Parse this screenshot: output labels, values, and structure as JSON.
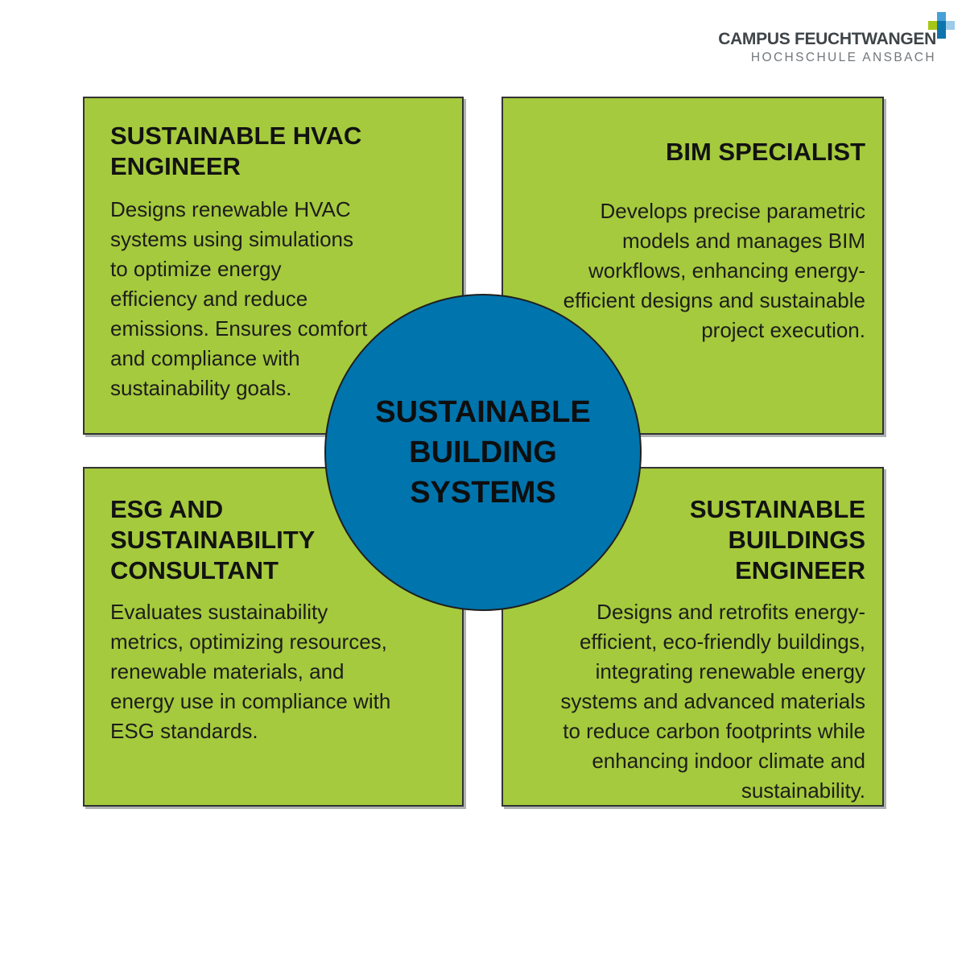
{
  "logo": {
    "line1": "CAMPUS FEUCHTWANGEN",
    "line2": "HOCHSCHULE ANSBACH",
    "plus_colors": {
      "top": "#47a0d7",
      "left": "#a6c617",
      "center": "#0e74ae",
      "right": "#9ccbe9",
      "bottom": "#0e74ae"
    }
  },
  "center": {
    "title": "SUSTAINABLE\nBUILDING\nSYSTEMS"
  },
  "quadrants": [
    {
      "position": "top-left",
      "title": "SUSTAINABLE HVAC\nENGINEER",
      "body": "Designs renewable HVAC\nsystems using simulations\nto optimize energy\nefficiency and reduce\nemissions. Ensures comfort\nand compliance with\nsustainability goals."
    },
    {
      "position": "top-right",
      "title": "BIM SPECIALIST",
      "body": "Develops precise parametric\nmodels and manages BIM\nworkflows, enhancing energy-\nefficient designs and sustainable\nproject execution."
    },
    {
      "position": "bottom-left",
      "title": "ESG AND\nSUSTAINABILITY\nCONSULTANT",
      "body": "Evaluates sustainability\nmetrics, optimizing resources,\nrenewable materials, and\nenergy use in compliance with\nESG standards."
    },
    {
      "position": "bottom-right",
      "title": "SUSTAINABLE\nBUILDINGS\nENGINEER",
      "body": "Designs and retrofits energy-\nefficient, eco-friendly buildings,\nintegrating renewable energy\nsystems and advanced materials\nto reduce carbon footprints while\nenhancing indoor climate and\nsustainability."
    }
  ],
  "colors": {
    "quadrant_green": "#a5ca3d",
    "circle_blue": "#0074ad",
    "box_border": "#333333",
    "text": "#1d1d1b",
    "logo_text_primary": "#3e4448",
    "logo_text_secondary": "#72777b"
  }
}
